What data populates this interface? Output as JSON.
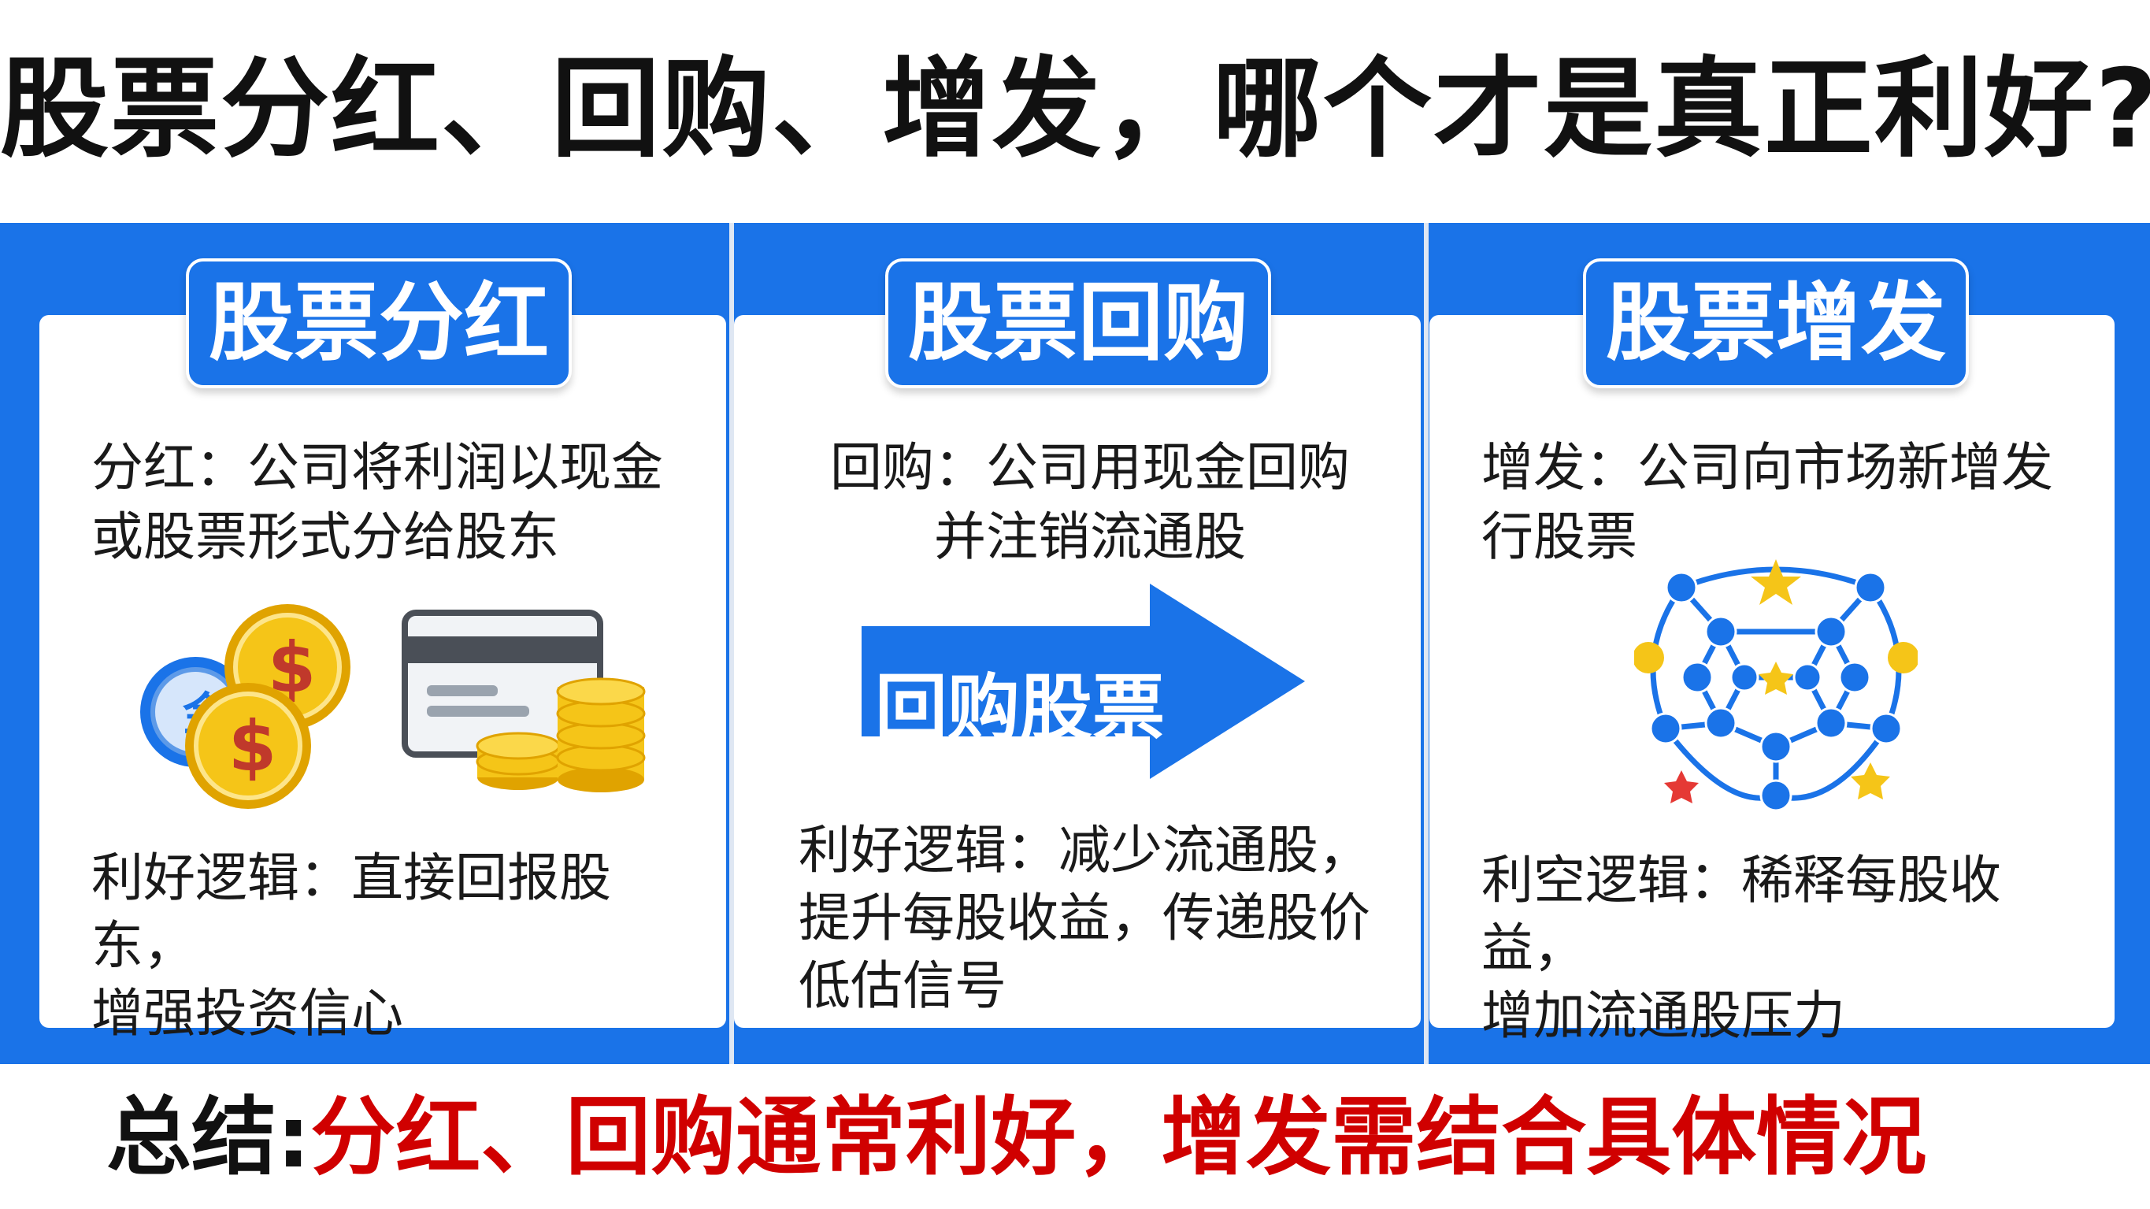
{
  "title": "股票分红、回购、增发，哪个才是真正利好?",
  "panels": [
    {
      "header": "股票分红",
      "definition_line1": "分红：公司将利润以现金",
      "definition_line2": "或股票形式分给股东",
      "icons": [
        "coin-stack-icon",
        "card-coins-icon"
      ],
      "coin_glyph": "金",
      "dollar_glyph": "$",
      "logic_line1": "利好逻辑：直接回报股东，",
      "logic_line2": "增强投资信心"
    },
    {
      "header": "股票回购",
      "definition_line1": "回购：公司用现金回购",
      "definition_line2": "并注销流通股",
      "arrow_label": "回购股票",
      "icons": [
        "right-arrow-icon"
      ],
      "logic_line1": "利好逻辑：减少流通股，",
      "logic_line2": "提升每股收益，传递股价",
      "logic_line3": "低估信号"
    },
    {
      "header": "股票增发",
      "definition_line1": "增发：公司向市场新增发",
      "definition_line2": "行股票",
      "icons": [
        "network-icon"
      ],
      "logic_line1": "利空逻辑：稀释每股收益，",
      "logic_line2": "增加流通股压力"
    }
  ],
  "summary": {
    "label": "总结:",
    "body": "分红、回购通常利好，增发需结合具体情况"
  },
  "colors": {
    "accent_blue": "#1a73e8",
    "summary_red": "#d00000",
    "gold": "#f5c518",
    "text_dark": "#111111"
  }
}
